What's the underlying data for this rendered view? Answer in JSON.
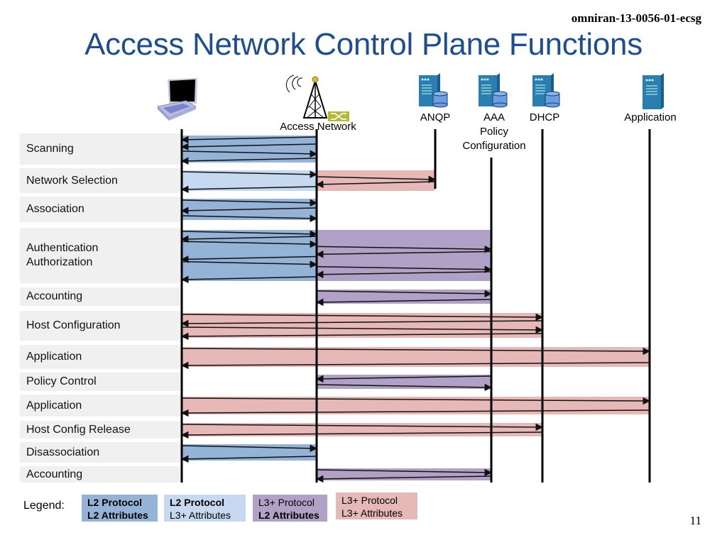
{
  "document_id": "omniran-13-0056-01-ecsg",
  "title": "Access Network Control Plane Functions",
  "page_number": "11",
  "colors": {
    "l2_l2": "#95b3d7",
    "l2_l3": "#c6d9f1",
    "l3_l2": "#b2a1c7",
    "l3_l3": "#e6b9b8",
    "title": "#1f4e8a",
    "row_bg": "#f0f0f0"
  },
  "nodes": [
    {
      "id": "terminal",
      "label": "",
      "icon": "laptop-icon"
    },
    {
      "id": "access_network",
      "label": "Access Network",
      "icon": "radio-tower-icon"
    },
    {
      "id": "anqp",
      "label": "ANQP",
      "icon": "database-server-icon"
    },
    {
      "id": "aaa",
      "label": "AAA\nPolicy\nConfiguration",
      "label_lines": [
        "AAA",
        "Policy",
        "Configuration"
      ],
      "icon": "database-server-icon"
    },
    {
      "id": "dhcp",
      "label": "DHCP",
      "icon": "database-server-icon"
    },
    {
      "id": "application",
      "label": "Application",
      "icon": "server-icon"
    }
  ],
  "phases": [
    {
      "label": "Scanning",
      "label_lines": [
        "Scanning"
      ],
      "bands": [
        {
          "type": "l2_l2",
          "from": "terminal",
          "to": "access_network"
        }
      ],
      "messages": [
        {
          "from": "access_network",
          "to": "terminal"
        },
        {
          "from": "access_network",
          "to": "terminal"
        },
        {
          "from": "terminal",
          "to": "access_network"
        },
        {
          "from": "access_network",
          "to": "terminal"
        }
      ]
    },
    {
      "label": "Network Selection",
      "label_lines": [
        "Network Selection"
      ],
      "bands": [
        {
          "type": "l2_l3",
          "from": "terminal",
          "to": "access_network"
        },
        {
          "type": "l3_l3",
          "from": "access_network",
          "to": "anqp"
        }
      ],
      "messages": [
        {
          "from": "terminal",
          "to": "access_network"
        },
        {
          "from": "access_network",
          "to": "anqp"
        },
        {
          "from": "anqp",
          "to": "access_network"
        },
        {
          "from": "access_network",
          "to": "terminal"
        }
      ]
    },
    {
      "label": "Association",
      "label_lines": [
        "Association"
      ],
      "bands": [
        {
          "type": "l2_l2",
          "from": "terminal",
          "to": "access_network"
        }
      ],
      "messages": [
        {
          "from": "terminal",
          "to": "access_network"
        },
        {
          "from": "access_network",
          "to": "terminal"
        },
        {
          "from": "terminal",
          "to": "access_network"
        }
      ]
    },
    {
      "label": "Authentication Authorization",
      "label_lines": [
        "Authentication",
        "Authorization"
      ],
      "bands": [
        {
          "type": "l2_l2",
          "from": "terminal",
          "to": "access_network"
        },
        {
          "type": "l3_l2",
          "from": "access_network",
          "to": "aaa"
        }
      ],
      "messages": [
        {
          "from": "terminal",
          "to": "access_network"
        },
        {
          "from": "access_network",
          "to": "terminal"
        },
        {
          "from": "terminal",
          "to": "access_network"
        },
        {
          "from": "access_network",
          "to": "aaa"
        },
        {
          "from": "aaa",
          "to": "access_network"
        },
        {
          "from": "access_network",
          "to": "terminal"
        },
        {
          "from": "terminal",
          "to": "access_network"
        },
        {
          "from": "access_network",
          "to": "aaa"
        },
        {
          "from": "aaa",
          "to": "access_network"
        },
        {
          "from": "access_network",
          "to": "terminal"
        }
      ]
    },
    {
      "label": "Accounting",
      "label_lines": [
        "Accounting"
      ],
      "bands": [
        {
          "type": "l3_l2",
          "from": "access_network",
          "to": "aaa"
        }
      ],
      "messages": [
        {
          "from": "access_network",
          "to": "aaa"
        },
        {
          "from": "aaa",
          "to": "access_network"
        }
      ]
    },
    {
      "label": "Host Configuration",
      "label_lines": [
        "Host Configuration"
      ],
      "bands": [
        {
          "type": "l3_l3",
          "from": "terminal",
          "to": "dhcp"
        }
      ],
      "messages": [
        {
          "from": "terminal",
          "to": "dhcp"
        },
        {
          "from": "dhcp",
          "to": "terminal"
        },
        {
          "from": "terminal",
          "to": "dhcp"
        },
        {
          "from": "dhcp",
          "to": "terminal"
        }
      ]
    },
    {
      "label": "Application",
      "label_lines": [
        "Application"
      ],
      "bands": [
        {
          "type": "l3_l3",
          "from": "terminal",
          "to": "application"
        }
      ],
      "messages": [
        {
          "from": "terminal",
          "to": "application"
        },
        {
          "from": "application",
          "to": "terminal"
        }
      ]
    },
    {
      "label": "Policy Control",
      "label_lines": [
        "Policy Control"
      ],
      "bands": [
        {
          "type": "l3_l2",
          "from": "access_network",
          "to": "aaa"
        }
      ],
      "messages": [
        {
          "from": "aaa",
          "to": "access_network"
        },
        {
          "from": "access_network",
          "to": "aaa"
        }
      ]
    },
    {
      "label": "Application",
      "label_lines": [
        "Application"
      ],
      "bands": [
        {
          "type": "l3_l3",
          "from": "terminal",
          "to": "application"
        }
      ],
      "messages": [
        {
          "from": "terminal",
          "to": "application"
        },
        {
          "from": "application",
          "to": "terminal"
        }
      ]
    },
    {
      "label": "Host Config Release",
      "label_lines": [
        "Host Config Release"
      ],
      "bands": [
        {
          "type": "l3_l3",
          "from": "terminal",
          "to": "dhcp"
        }
      ],
      "messages": [
        {
          "from": "terminal",
          "to": "dhcp"
        },
        {
          "from": "dhcp",
          "to": "terminal"
        }
      ]
    },
    {
      "label": "Disassociation",
      "label_lines": [
        "Disassociation"
      ],
      "bands": [
        {
          "type": "l2_l2",
          "from": "terminal",
          "to": "access_network"
        }
      ],
      "messages": [
        {
          "from": "terminal",
          "to": "access_network"
        },
        {
          "from": "access_network",
          "to": "terminal"
        }
      ]
    },
    {
      "label": "Accounting",
      "label_lines": [
        "Accounting"
      ],
      "bands": [
        {
          "type": "l3_l2",
          "from": "access_network",
          "to": "aaa"
        }
      ],
      "messages": [
        {
          "from": "access_network",
          "to": "aaa"
        },
        {
          "from": "aaa",
          "to": "access_network"
        }
      ]
    }
  ],
  "legend": {
    "title": "Legend:",
    "items": [
      {
        "type": "l2_l2",
        "line1": "L2 Protocol",
        "line1_bold": true,
        "line2": "L2 Attributes",
        "line2_bold": true
      },
      {
        "type": "l2_l3",
        "line1": "L2 Protocol",
        "line1_bold": true,
        "line2": "L3+ Attributes",
        "line2_bold": false
      },
      {
        "type": "l3_l2",
        "line1": "L3+ Protocol",
        "line1_bold": false,
        "line2": "L2 Attributes",
        "line2_bold": true
      },
      {
        "type": "l3_l3",
        "line1": "L3+ Protocol",
        "line1_bold": false,
        "line2": "L3+ Attributes",
        "line2_bold": false
      }
    ]
  }
}
